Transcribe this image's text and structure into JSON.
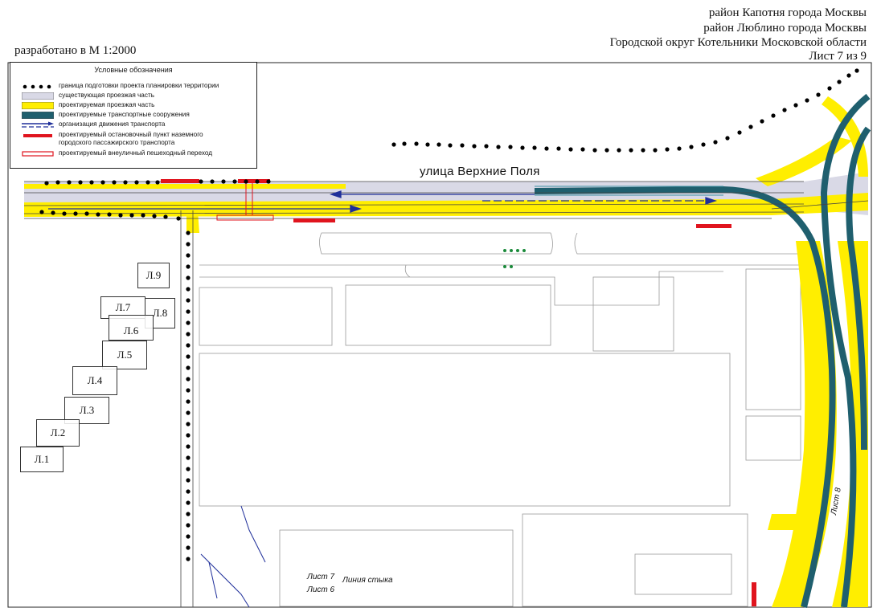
{
  "header": {
    "line1": "район Капотня города Москвы",
    "line2": "район Люблино города Москвы",
    "line3": "Городской округ Котельники Московской области",
    "sheet": "Лист 7 из 9"
  },
  "scale_text": "разработано в М 1:2000",
  "legend": {
    "title": "Условные обозначения",
    "items": [
      {
        "label": "граница подготовки проекта планировки территории",
        "symbol": "dotted-boundary",
        "color": "#000000"
      },
      {
        "label": "существующая проезжая часть",
        "symbol": "existing-road-fill",
        "color": "#d9d9e6"
      },
      {
        "label": "проектируемая проезжая часть",
        "symbol": "projected-road-fill",
        "color": "#ffee00"
      },
      {
        "label": "проектируемые транспортные сооружения",
        "symbol": "transport-structure-fill",
        "color": "#1f5f6e"
      },
      {
        "label": "организация движения транспорта",
        "symbol": "traffic-arrow",
        "color": "#1f2f9a"
      },
      {
        "label": "проектируемый остановочный пункт наземного",
        "symbol": "bus-stop",
        "color": "#e0141e"
      },
      {
        "label": "городского пассажирского транспорта",
        "symbol": "none",
        "color": "#e0141e"
      },
      {
        "label": "проектируемый внеуличный пешеходный переход",
        "symbol": "pedestrian-crossing",
        "color": "#e0141e"
      }
    ]
  },
  "street_name": "улица Верхние Поля",
  "sheet_index": [
    {
      "label": "Л.9"
    },
    {
      "label": "Л.8"
    },
    {
      "label": "Л.7"
    },
    {
      "label": "Л.6"
    },
    {
      "label": "Л.5"
    },
    {
      "label": "Л.4"
    },
    {
      "label": "Л.3"
    },
    {
      "label": "Л.2"
    },
    {
      "label": "Л.1"
    }
  ],
  "junction": {
    "sheet_top": "Лист 7",
    "label": "Линия стыка",
    "sheet_bottom": "Лист 6"
  },
  "side_labels": {
    "sheet8": "Лист 8"
  },
  "colors": {
    "existing_road": "#d9d9e6",
    "projected_road": "#ffee00",
    "structure": "#1f5f6e",
    "traffic": "#1f2f9a",
    "stop": "#e0141e"
  }
}
